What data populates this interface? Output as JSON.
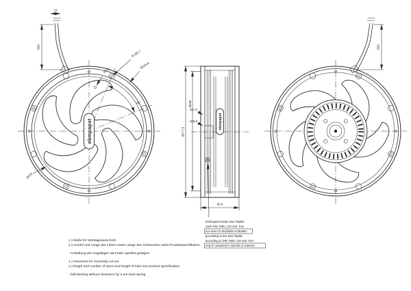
{
  "page": {
    "background": "#ffffff"
  },
  "logo": {
    "text": "ebmpapst"
  },
  "front_view": {
    "dims": {
      "cable_tail": "10",
      "cable_length": "(60)",
      "hole_callout": "8x Ø3.7",
      "bolt_circle": "Ø165.8",
      "pilot_hole": "Ø2.5",
      "angle": "45°",
      "venturi": "Ø150"
    }
  },
  "side_view": {
    "dims": {
      "outer_dia": "Ø177.5",
      "inner_dia": "Ø160",
      "depth": "50.8",
      "groove_width": "8x7.6",
      "groove_depth": "8x0.8"
    },
    "note": {
      "de": [
        "Erdungsschraube Dus-Taptite",
        "nach DIN 7500, CM 4x8, Torx",
        "nur wenn in Stückliste enthalten"
      ],
      "en": [
        "grounding screw Dus-Taptite",
        "according to DIN 7500, CM 4x8, Torx",
        "only if contained in sub-bill of material"
      ]
    }
  },
  "rear_view": {
    "dims": {
      "cable_length": "(60)"
    }
  },
  "notes": {
    "de": [
      "1.) Maße für Montageausschnitt",
      "2.) Anzahl und Länge der Litzen sowie Länge des Schlauches siehe Produktspezifikation",
      "- Anstellung der Kugellager mit Feder spielfrei gelagert"
    ],
    "en": [
      "1.) measures for mounting cut out.",
      "2.) length and number of wires and length of tube see product specification.",
      "- ball bearing without clearance by a pre-load spring."
    ]
  }
}
